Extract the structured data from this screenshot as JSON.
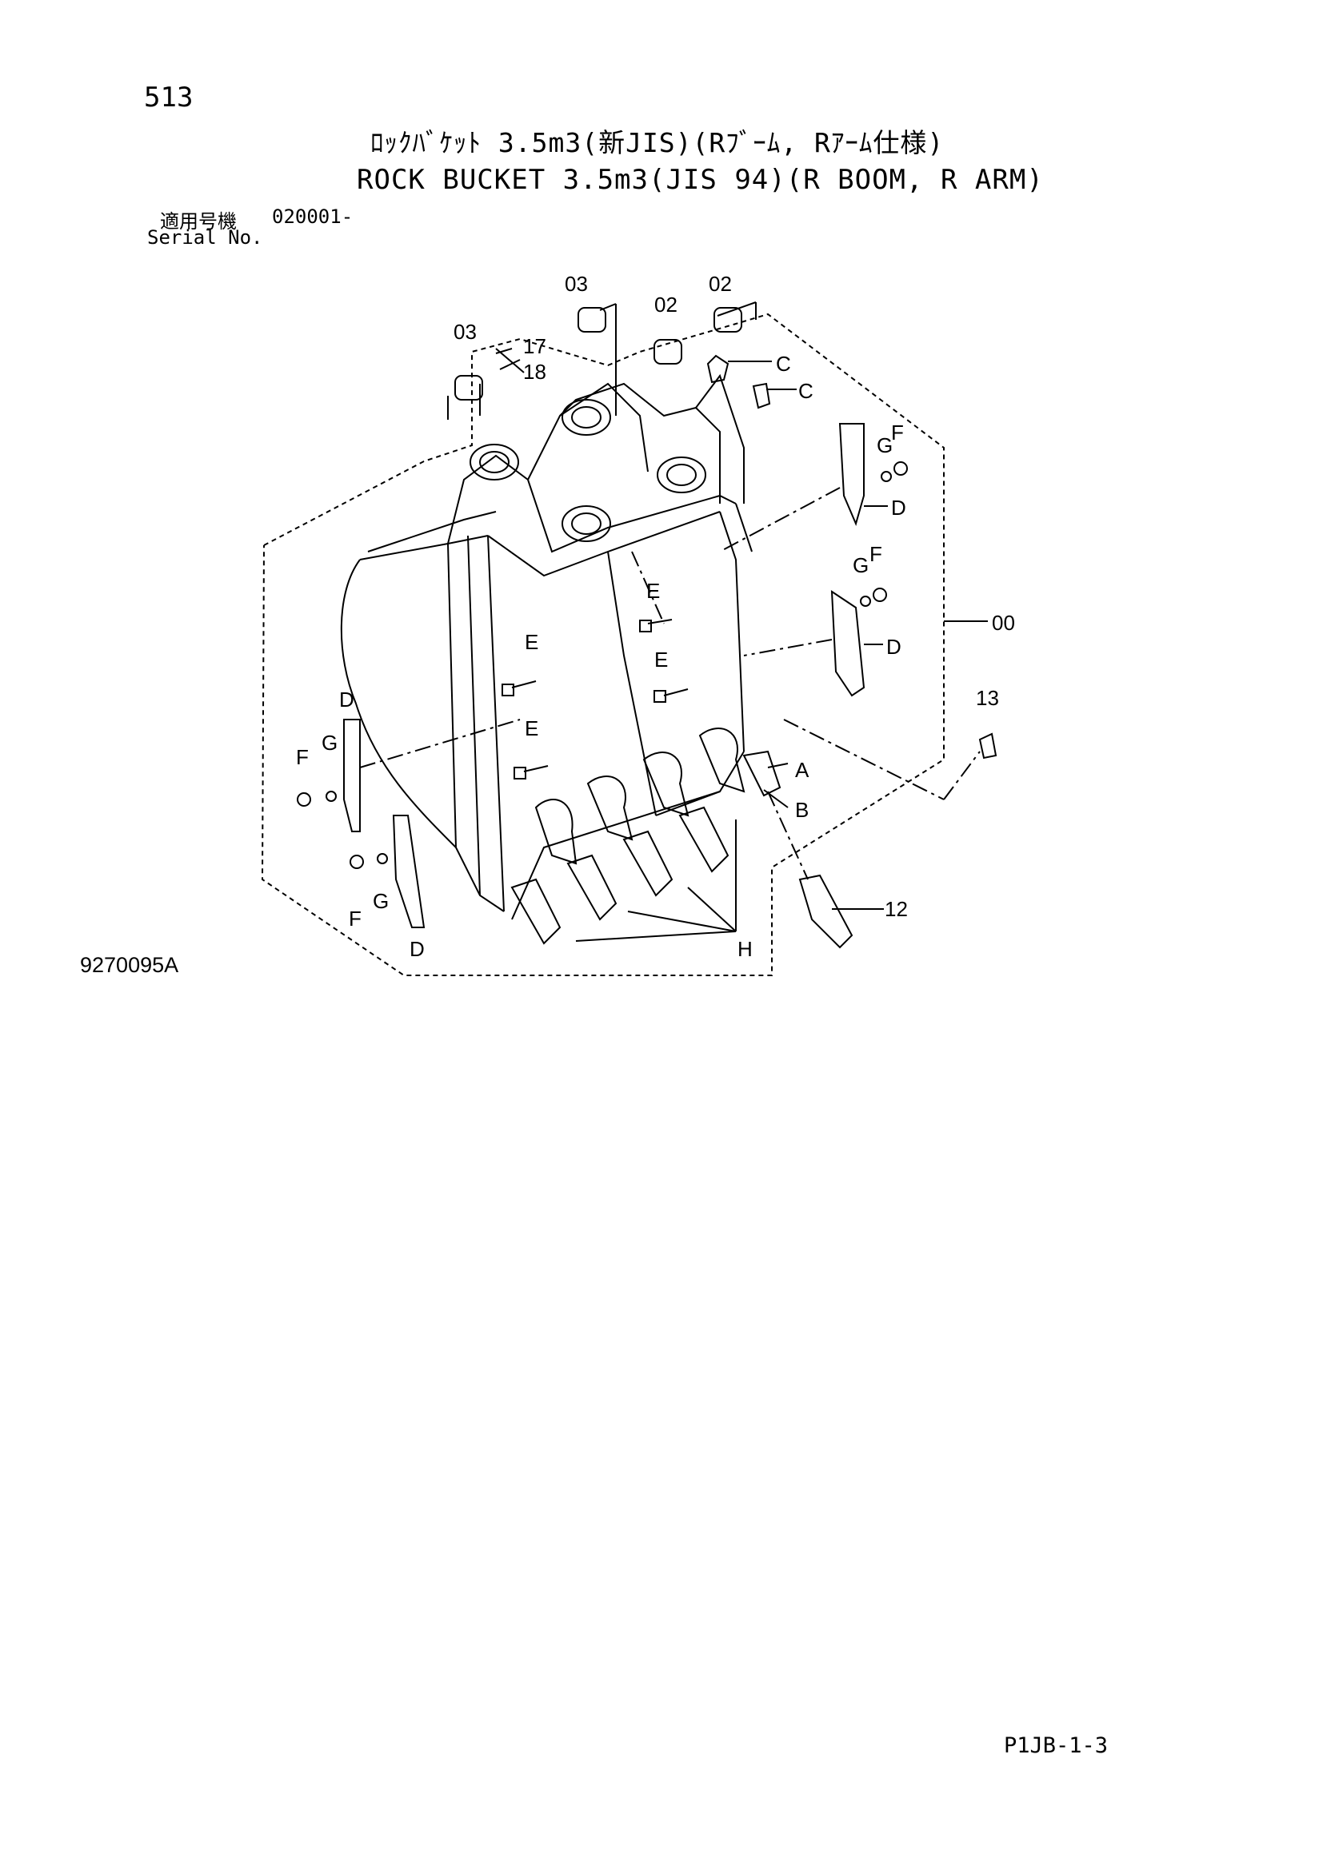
{
  "header": {
    "page_number": "513",
    "title_jp": "ﾛｯｸﾊﾞｹｯﾄ 3.5m3(新JIS)(Rﾌﾞｰﾑ, Rｱｰﾑ仕様)",
    "title_en": "ROCK BUCKET 3.5m3(JIS 94)(R BOOM, R ARM)",
    "serial_label_jp": "適用号機",
    "serial_number": "020001-",
    "serial_label_en": "Serial No."
  },
  "callouts": {
    "c03_top": "03",
    "c03_left": "03",
    "c02_mid": "02",
    "c02_right": "02",
    "c17": "17",
    "c18": "18",
    "cC_upper": "C",
    "cC_lower": "C",
    "cG_upper": "G",
    "cF_upper": "F",
    "cD_upper": "D",
    "cG_mid": "G",
    "cF_mid": "F",
    "cD_mid": "D",
    "c00": "00",
    "cE_center": "E",
    "cE_lower_center": "E",
    "cE_left_upper": "E",
    "cE_left_lower": "E",
    "cD_left": "D",
    "cG_left": "G",
    "cF_left": "F",
    "c13": "13",
    "cA": "A",
    "cB": "B",
    "c12": "12",
    "cG_bottom": "G",
    "cF_bottom": "F",
    "cD_bottom": "D",
    "cH": "H"
  },
  "footer": {
    "drawing_id": "9270095A",
    "page_code": "P1JB-1-3"
  }
}
